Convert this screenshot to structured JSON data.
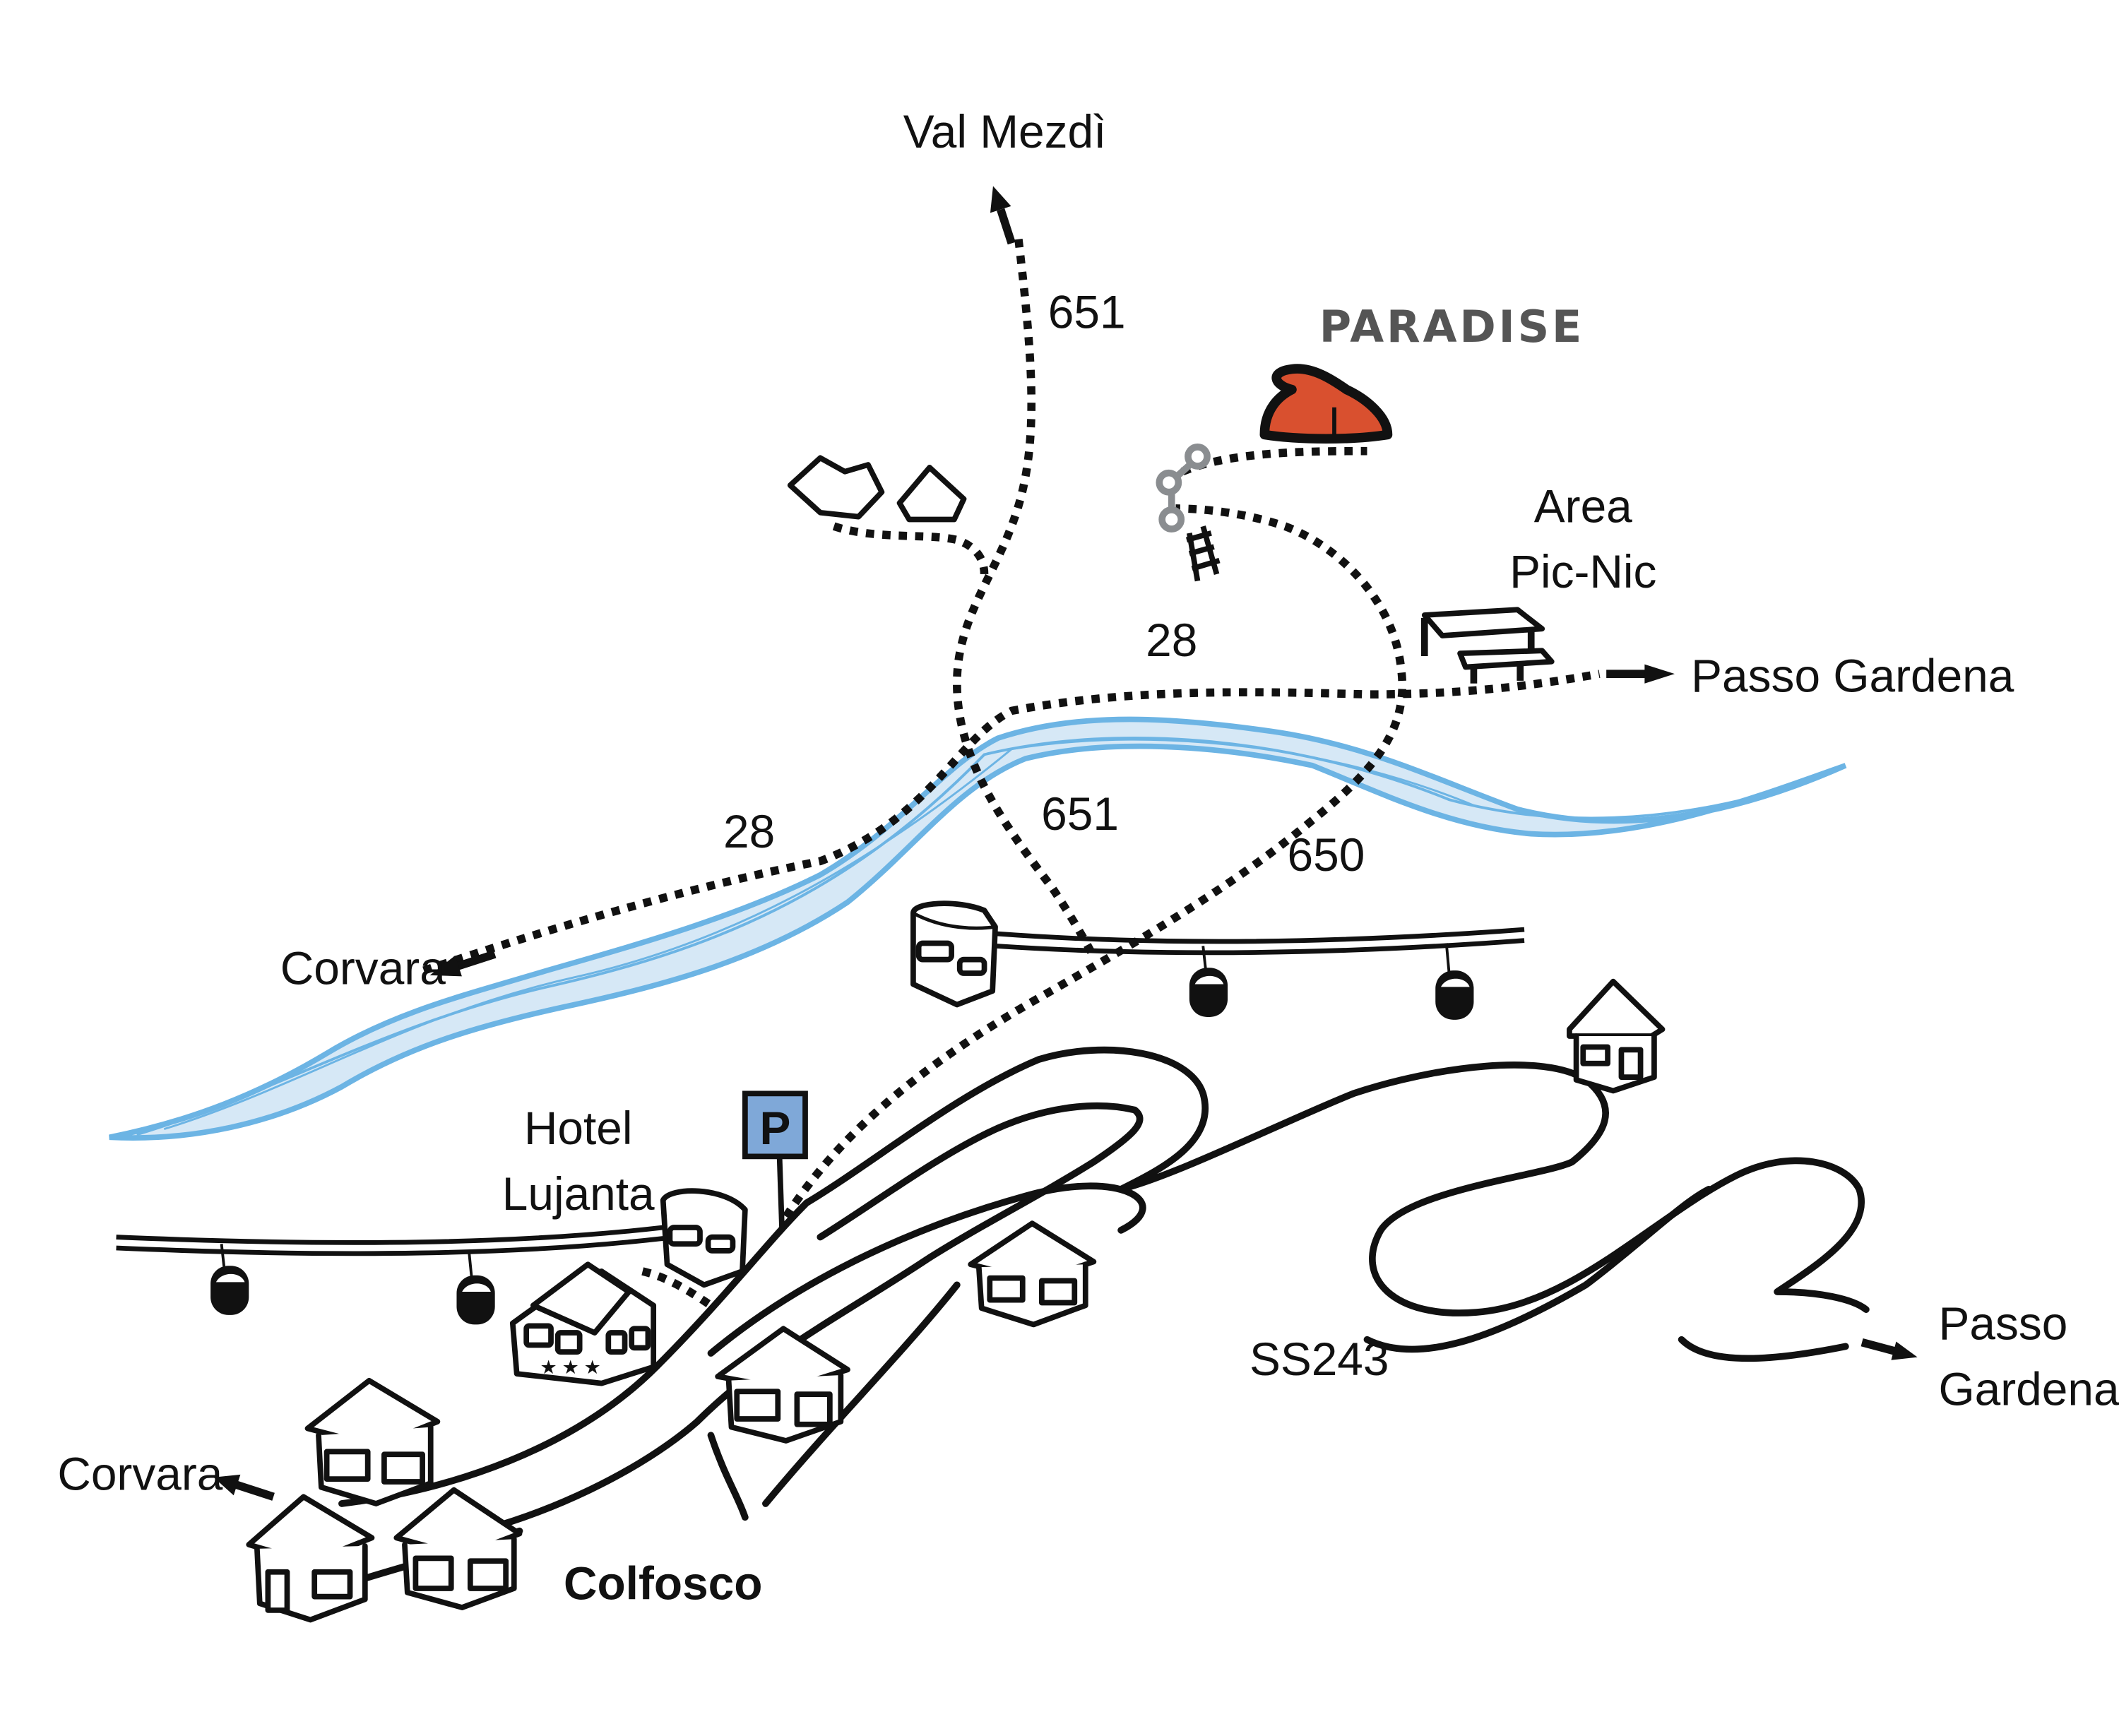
{
  "map": {
    "title": "PARADISE",
    "colors": {
      "ink": "#111111",
      "destination": "#555555",
      "hut_fill": "#d9502f",
      "river_stroke": "#6cb4e4",
      "river_fill": "#d6e8f6",
      "parking_fill": "#7fa8d8",
      "via_ferrata": "#8a8d90"
    },
    "destinations": {
      "val_mezdi": "Val Mezdì",
      "passo_gardena_trail": "Passo Gardena",
      "corvara_trail": "Corvara",
      "corvara_road": "Corvara",
      "passo_gardena_road_line1": "Passo",
      "passo_gardena_road_line2": "Gardena"
    },
    "trail_numbers": {
      "t651_north": "651",
      "t651_south": "651",
      "t28_north": "28",
      "t28_west": "28",
      "t650": "650"
    },
    "places": {
      "picnic_line1": "Area",
      "picnic_line2": "Pic-Nic",
      "hotel_line1": "Hotel",
      "hotel_line2": "Lujanta",
      "village": "Colfosco",
      "road": "SS243",
      "parking": "P"
    },
    "icons": [
      "mountain-hut-icon",
      "rock-icon",
      "via-ferrata-icon",
      "ladder-icon",
      "picnic-table-icon",
      "cable-car-station-icon",
      "gondola-icon",
      "parking-sign-icon",
      "house-icon",
      "hotel-icon"
    ]
  }
}
